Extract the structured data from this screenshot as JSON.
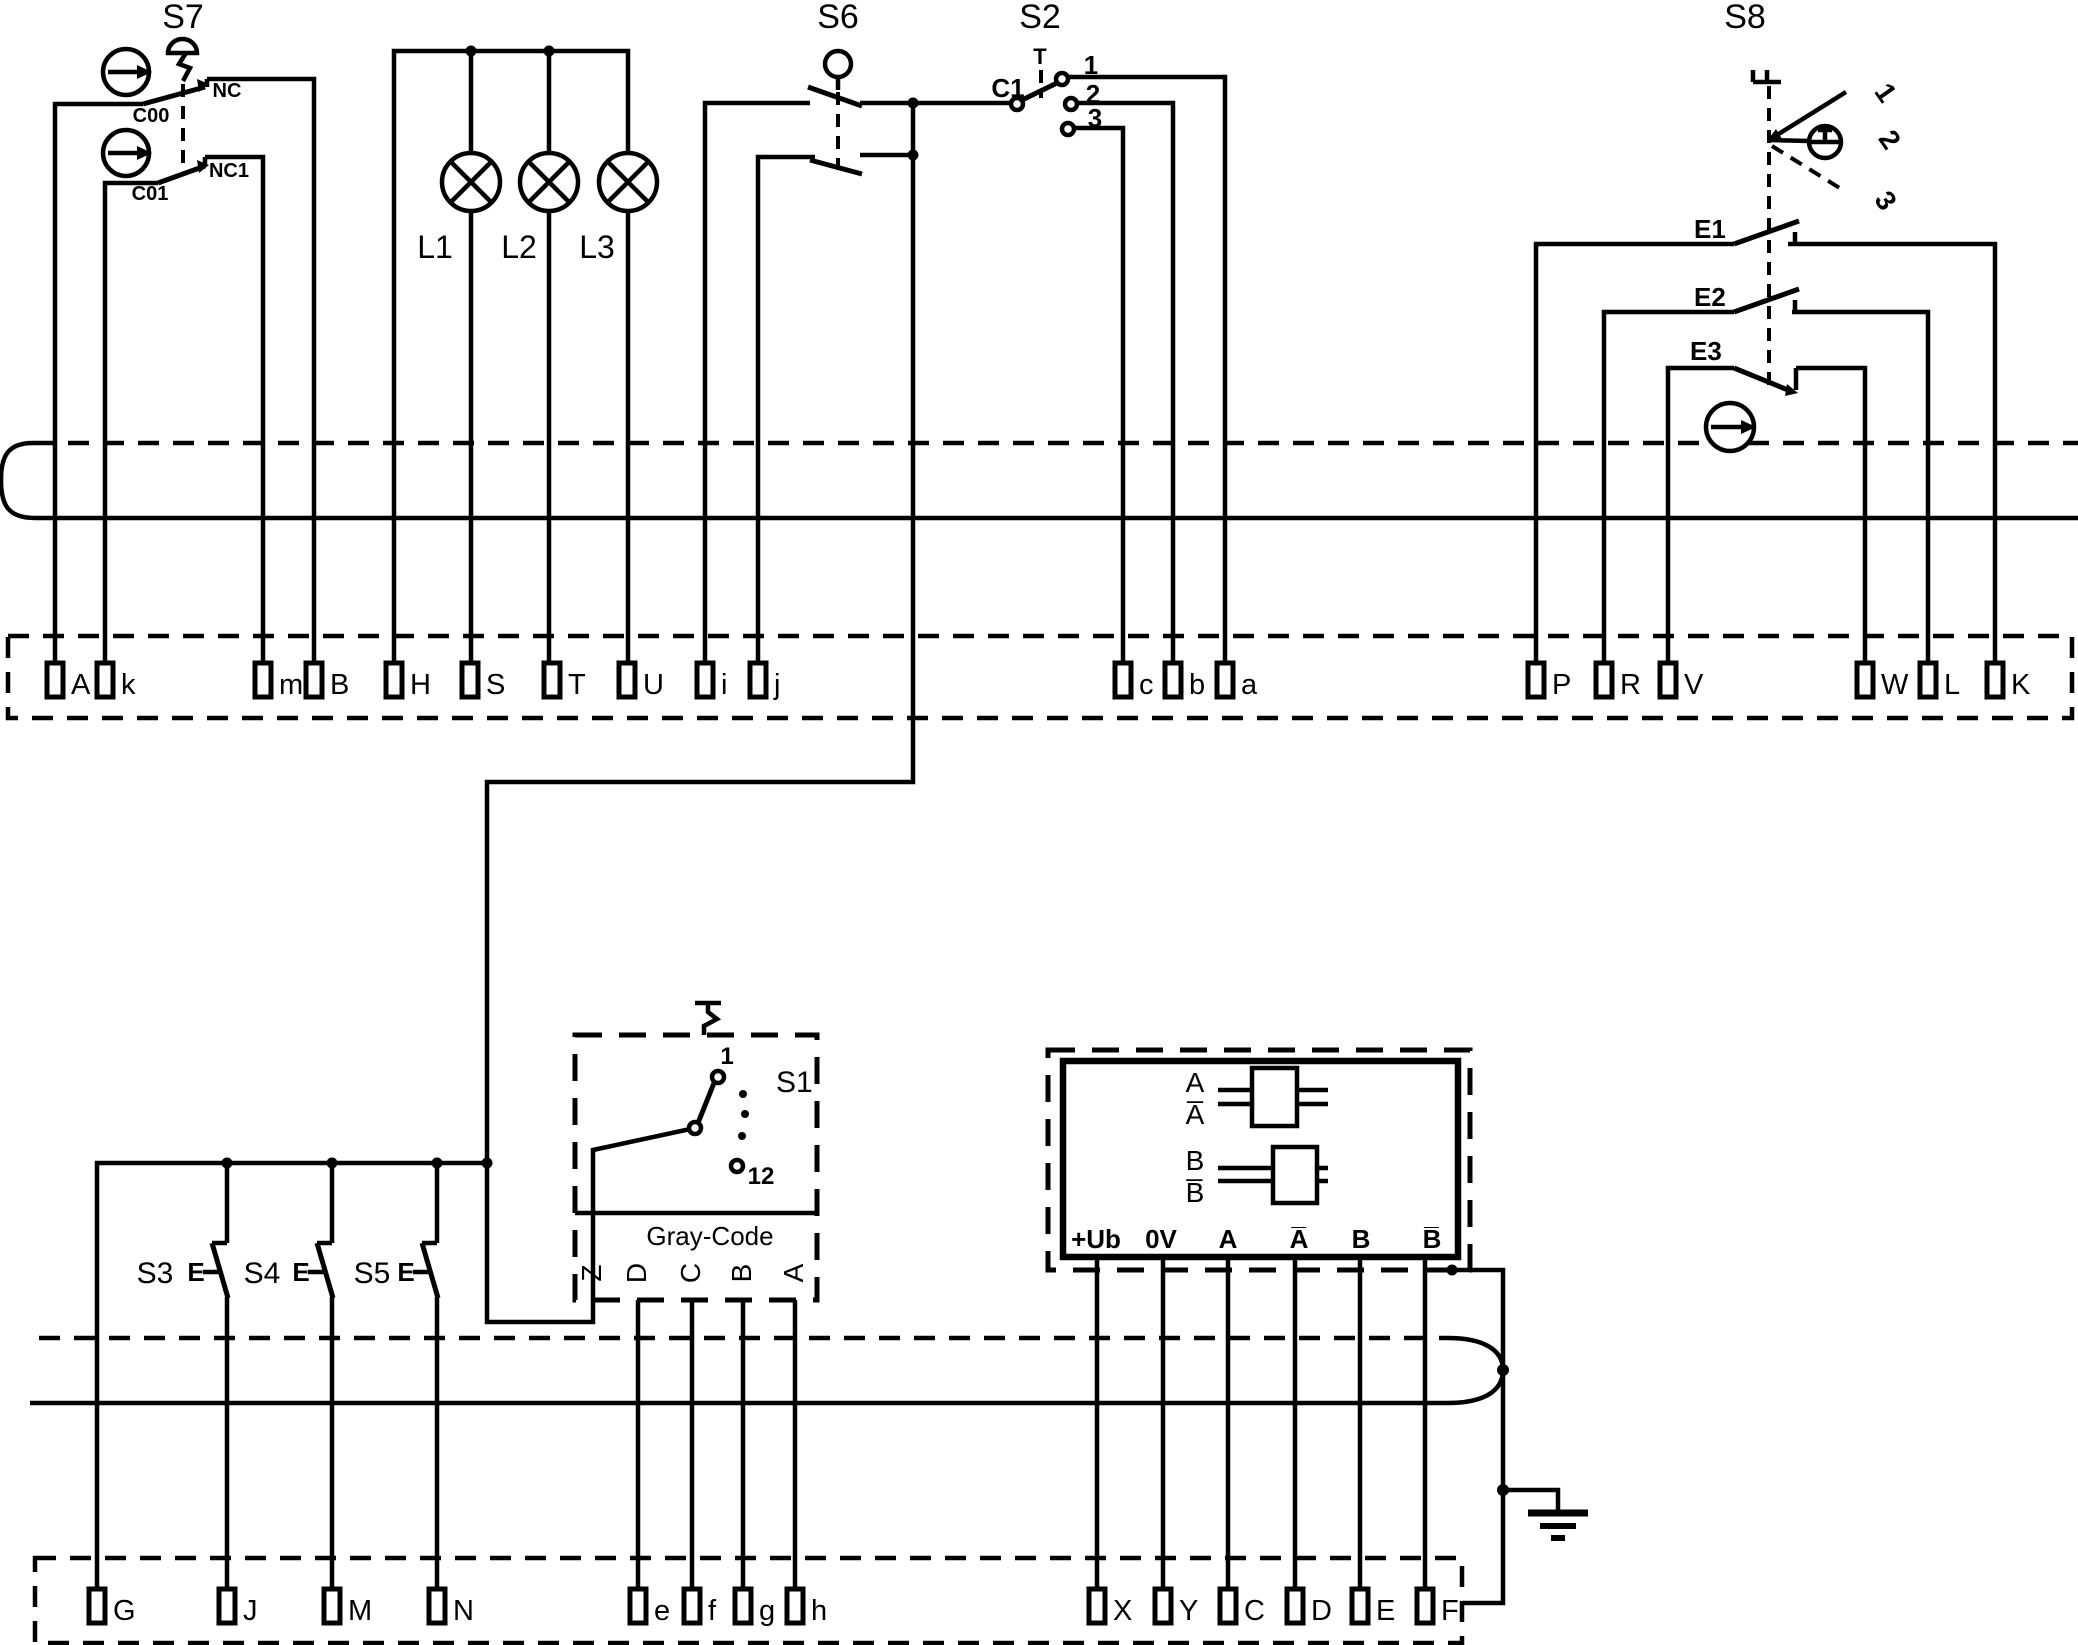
{
  "s7": {
    "label": "S7",
    "contact1_fixed": "NC",
    "contact1_moving": "C00",
    "contact2_fixed": "NC1",
    "contact2_moving": "C01"
  },
  "lamps": {
    "l1": "L1",
    "l2": "L2",
    "l3": "L3"
  },
  "s6": {
    "label": "S6"
  },
  "s2": {
    "label": "S2",
    "common": "C1",
    "actuator": "T",
    "pos1": "1",
    "pos2": "2",
    "pos3": "3"
  },
  "s8": {
    "label": "S8",
    "pos1": "1",
    "pos2": "2",
    "pos3": "3",
    "e1": "E1",
    "e2": "E2",
    "e3": "E3"
  },
  "s1": {
    "label": "S1",
    "first_pos": "1",
    "last_pos": "12",
    "box_label": "Gray-Code",
    "pin_z": "Z",
    "pin_d": "D",
    "pin_c": "C",
    "pin_b": "B",
    "pin_a": "A"
  },
  "pushbuttons": {
    "s3": "S3",
    "s4": "S4",
    "s5": "S5",
    "e": "E"
  },
  "logic": {
    "sig_a": "A",
    "sig_abar": "A̅",
    "sig_b": "B",
    "sig_bbar": "B̅",
    "pin_ub": "+Ub",
    "pin_0v": "0V",
    "pin_a": "A",
    "pin_abar": "A̅",
    "pin_b": "B",
    "pin_bbar": "B̅"
  },
  "terminals_top": [
    "A",
    "k",
    "m",
    "B",
    "H",
    "S",
    "T",
    "U",
    "i",
    "j",
    "c",
    "b",
    "a",
    "P",
    "R",
    "V",
    "W",
    "L",
    "K"
  ],
  "terminals_bottom": [
    "G",
    "J",
    "M",
    "N",
    "e",
    "f",
    "g",
    "h",
    "X",
    "Y",
    "C",
    "D",
    "E",
    "F"
  ],
  "colors": {
    "ink": "#000000",
    "background": "#ffffff"
  }
}
